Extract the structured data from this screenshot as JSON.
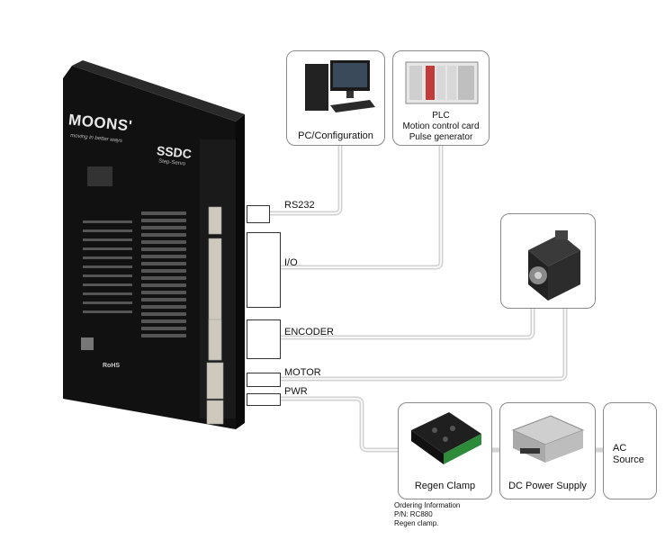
{
  "drive": {
    "brand": "MOONS'",
    "tagline": "moving in better ways",
    "model": "SSDC",
    "subtitle": "Step-Servo",
    "rohs": "RoHS"
  },
  "ports": {
    "rs232": "RS232",
    "io": "I/O",
    "encoder": "ENCODER",
    "motor": "MOTOR",
    "pwr": "PWR"
  },
  "boxes": {
    "pc": "PC/Configuration",
    "plc_line1": "PLC",
    "plc_line2": "Motion control card",
    "plc_line3": "Pulse generator",
    "regen": "Regen Clamp",
    "dc": "DC Power Supply",
    "ac_line1": "AC",
    "ac_line2": "Source"
  },
  "ordering": {
    "line1": "Ordering Information",
    "line2": "P/N: RC880",
    "line3": "Regen clamp."
  },
  "colors": {
    "wire": "#d2d2d2",
    "box_border": "#8a8a8a",
    "drive_body": "#1c1c1c",
    "regen_green": "#2e8b3a"
  }
}
